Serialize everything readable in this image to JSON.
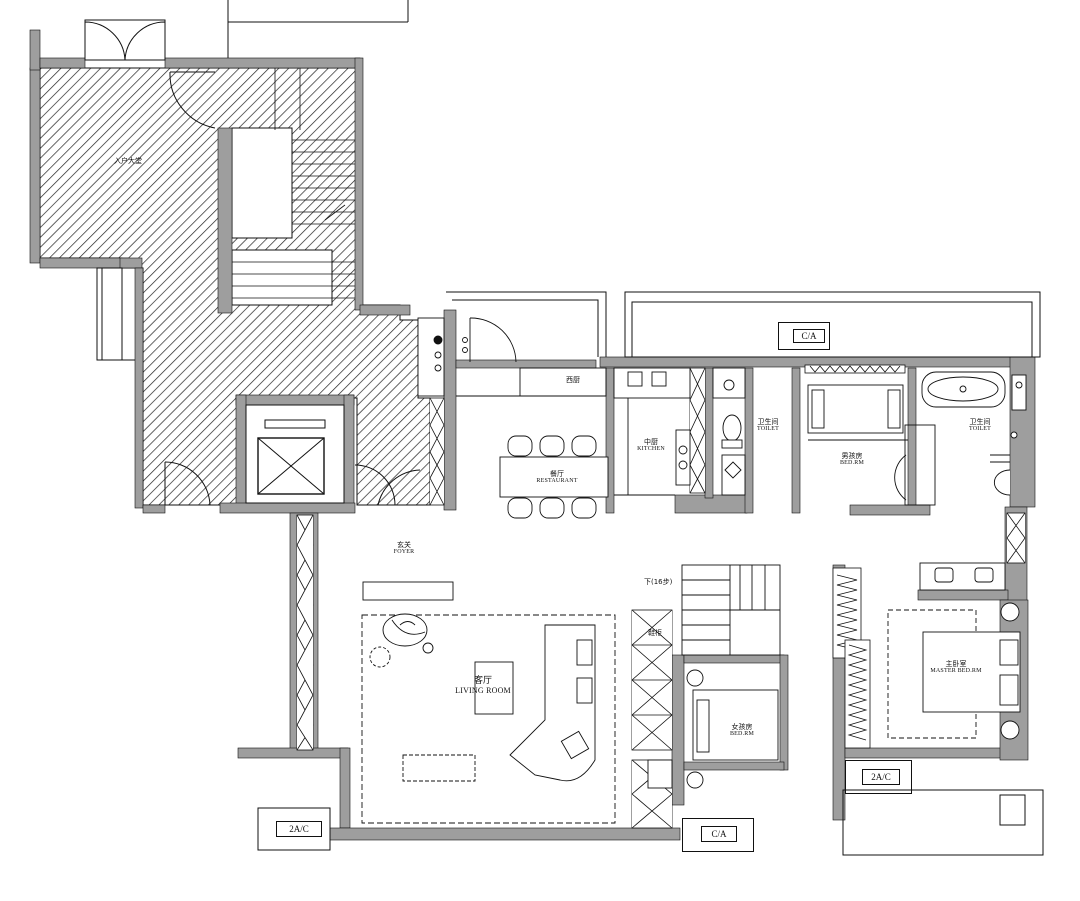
{
  "rooms": {
    "outdoor": {
      "cn": "入户大堂"
    },
    "west_kitchen": {
      "cn": "西厨"
    },
    "kitchen": {
      "cn": "中厨",
      "en": "KITCHEN"
    },
    "restaurant": {
      "cn": "餐厅",
      "en": "RESTAURANT"
    },
    "toilet_1": {
      "cn": "卫生间",
      "en": "TOILET"
    },
    "boys_room": {
      "cn": "男孩房",
      "en": "BED.RM"
    },
    "toilet_2": {
      "cn": "卫生间",
      "en": "TOILET"
    },
    "foyer": {
      "cn": "玄关",
      "en": "FOYER"
    },
    "living": {
      "cn": "客厅",
      "en": "LIVING ROOM"
    },
    "girls_room": {
      "cn": "女孩房",
      "en": "BED.RM"
    },
    "master": {
      "cn": "主卧室",
      "en": "MASTER BED.RM"
    },
    "shoe_cabinet": {
      "cn": "鞋柜"
    }
  },
  "stairs_label": "下(16步)",
  "ac_units": [
    "C/A",
    "2A/C",
    "C/A",
    "2A/C"
  ],
  "colors": {
    "wall": "#9e9e9e",
    "line": "#111111",
    "hatch": "#222222"
  }
}
